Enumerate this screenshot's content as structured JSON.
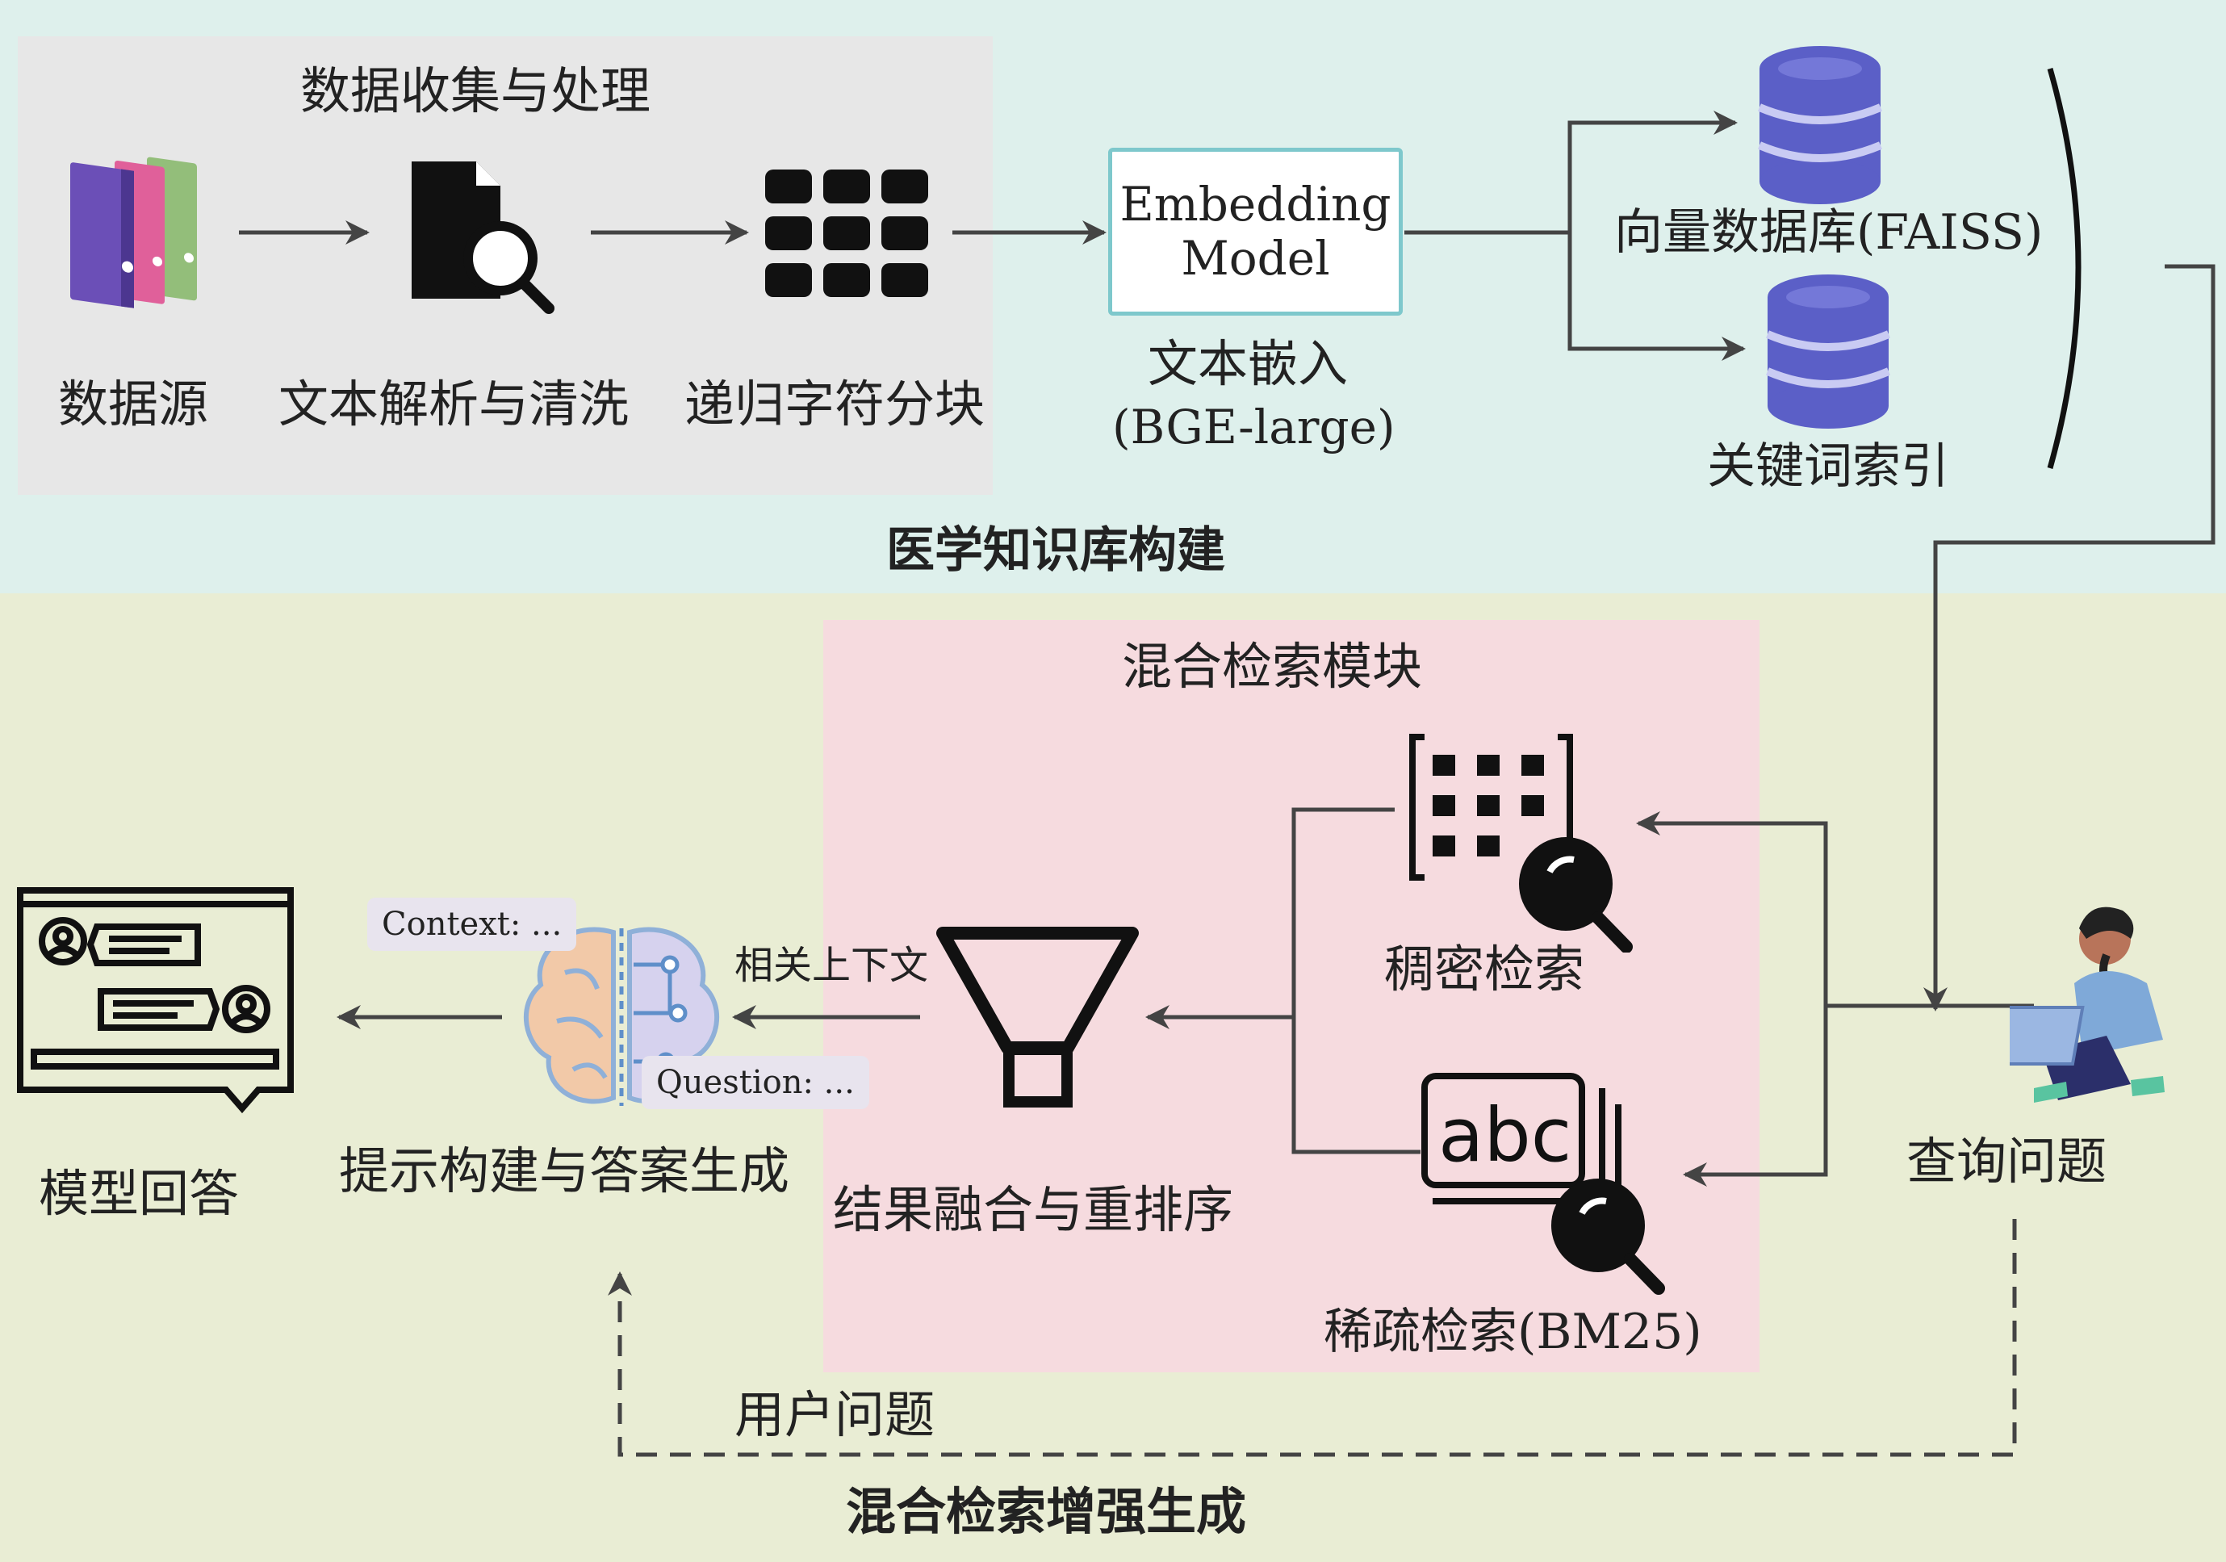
{
  "sections": {
    "kb_title": "医学知识库构建",
    "rag_title": "混合检索增强生成"
  },
  "data_collection": {
    "title": "数据收集与处理",
    "source_label": "数据源",
    "parse_label": "文本解析与清洗",
    "chunk_label": "递归字符分块"
  },
  "embedding": {
    "line1": "Embedding",
    "line2": "Model",
    "caption1": "文本嵌入",
    "caption2": "(BGE-large)"
  },
  "stores": {
    "vector_db": "向量数据库(FAISS)",
    "keyword_index": "关键词索引"
  },
  "hybrid": {
    "title": "混合检索模块",
    "dense": "稠密检索",
    "sparse": "稀疏检索(BM25)",
    "fusion": "结果融合与重排序",
    "context_label": "相关上下文"
  },
  "generation": {
    "prompt_label": "提示构建与答案生成",
    "context_pill": "Context: ...",
    "question_pill": "Question: ...",
    "answer_label": "模型回答"
  },
  "user": {
    "query_label": "查询问题",
    "user_question": "用户问题"
  },
  "icons": [
    "binders-icon",
    "document-search-icon",
    "grid-chunks-icon",
    "database-icon",
    "database-icon",
    "dense-search-icon",
    "abc-search-icon",
    "funnel-icon",
    "brain-icon",
    "chat-screen-icon",
    "user-laptop-icon"
  ],
  "colors": {
    "top_bg": "#def0ec",
    "bottom_bg": "#e9edd4",
    "pink_box": "#f6dbdf",
    "gray_box": "#e7e7e7",
    "db_purple": "#5b5fc7",
    "embed_border": "#7ec8cc"
  }
}
